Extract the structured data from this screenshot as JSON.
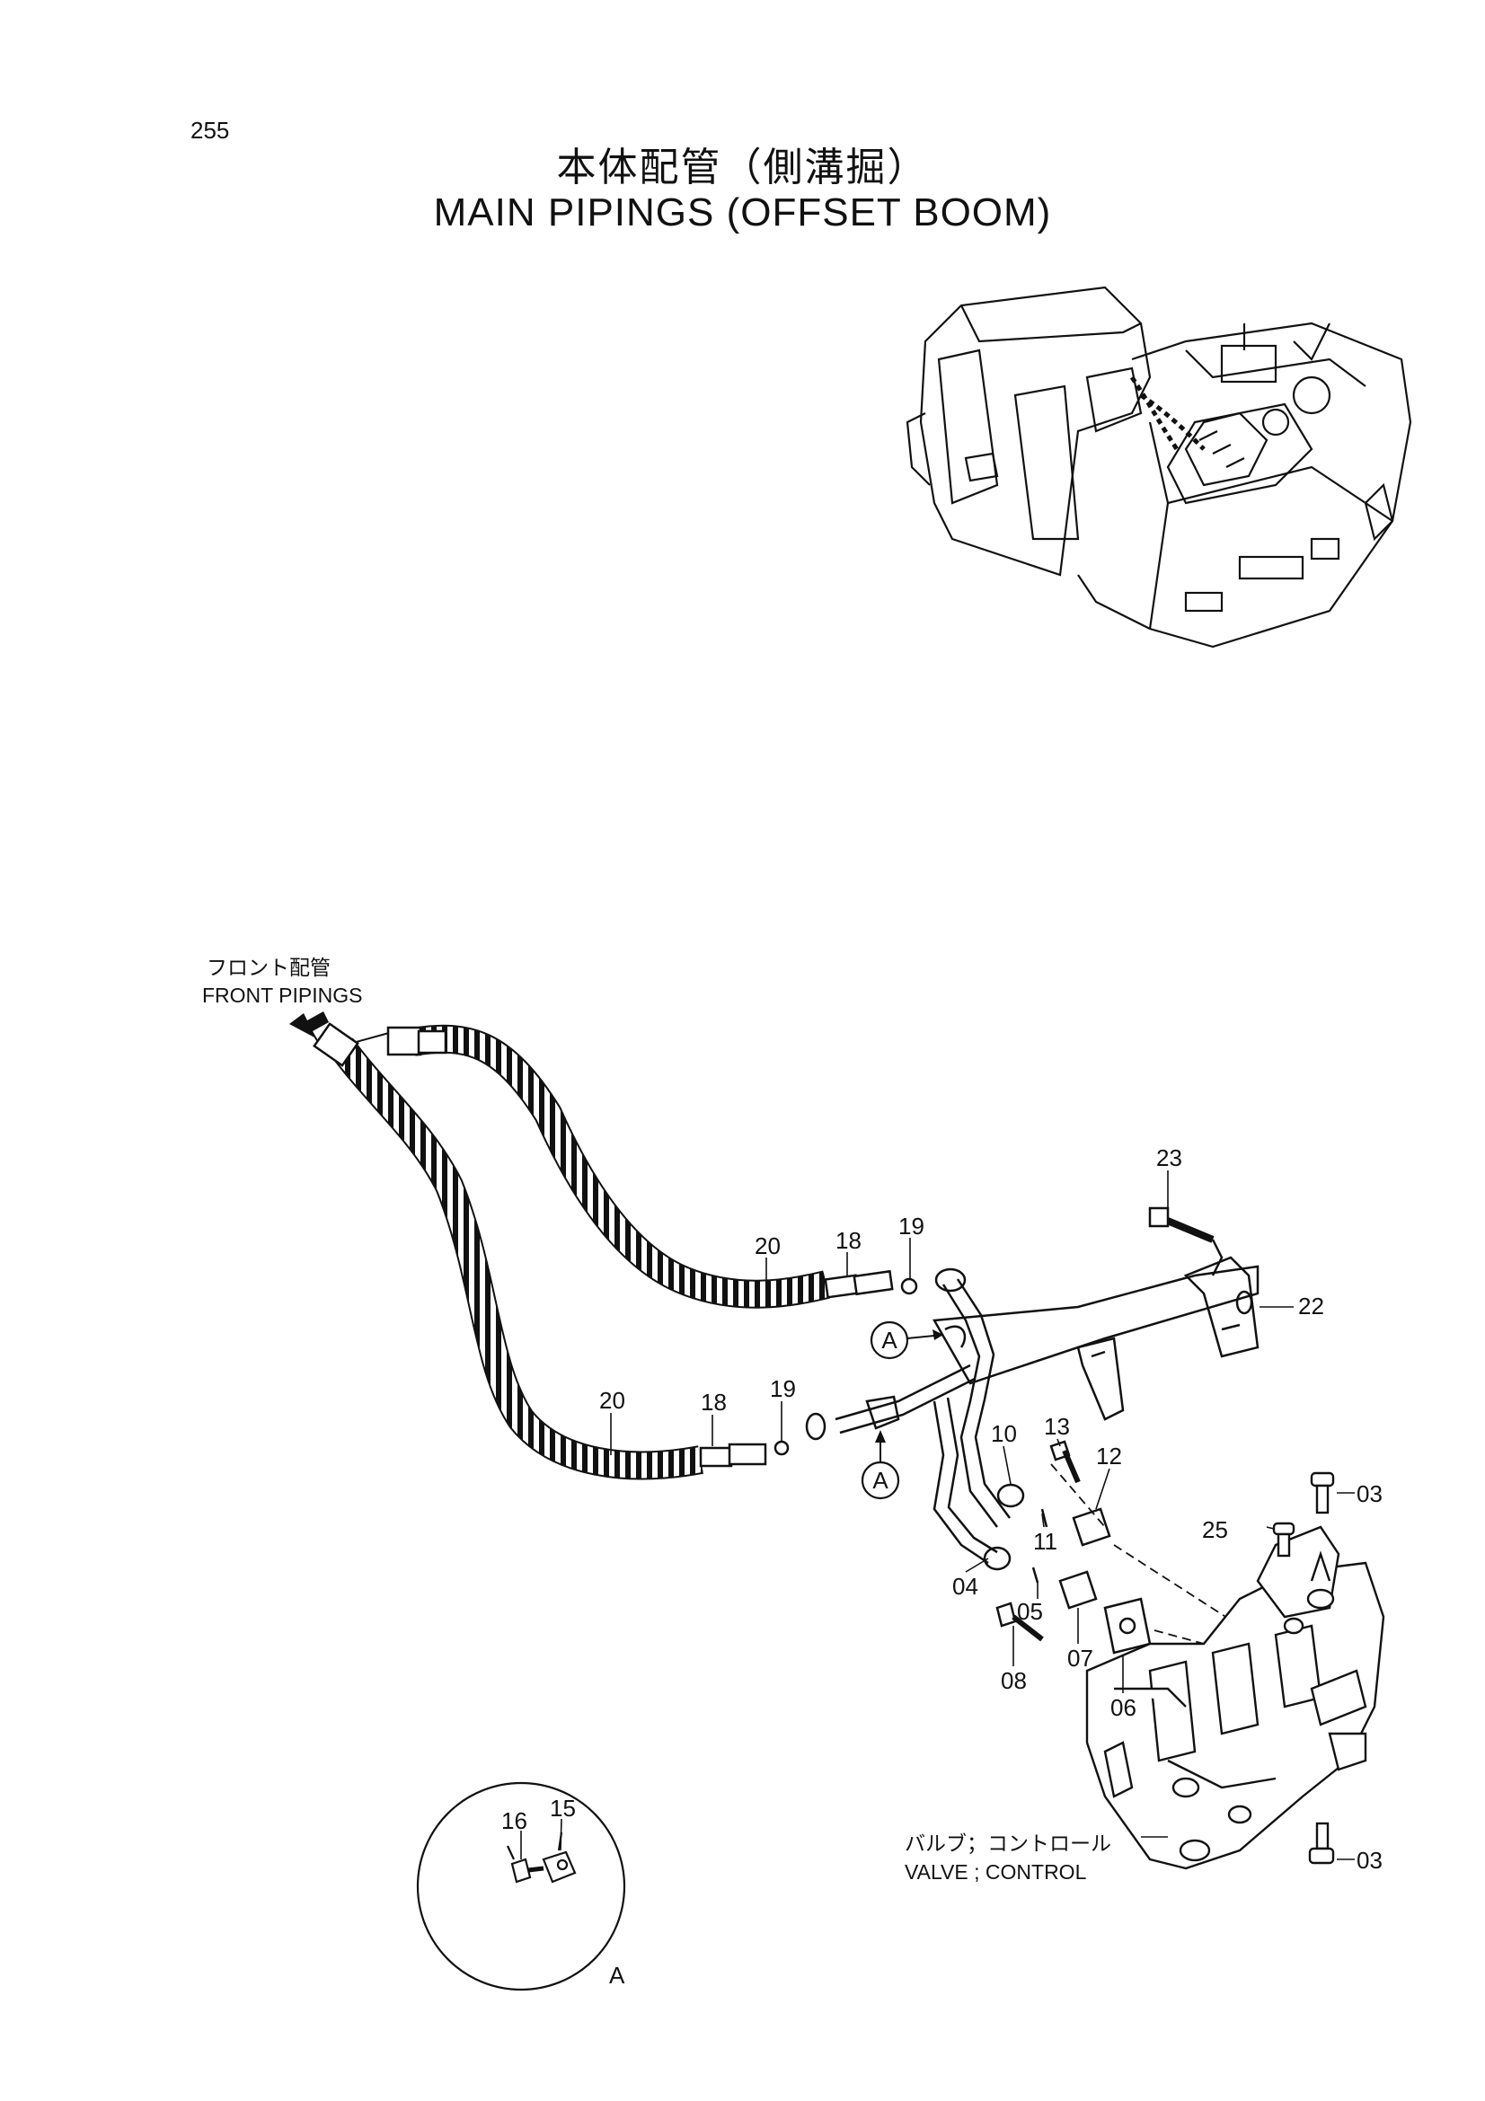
{
  "page_number": "255",
  "title_jp": "本体配管（側溝掘）",
  "title_en": "MAIN PIPINGS (OFFSET BOOM)",
  "front_pipings": {
    "jp": "フロント配管",
    "en": "FRONT PIPINGS"
  },
  "valve_control": {
    "jp": "バルブ；コントロール",
    "en": "VALVE ; CONTROL"
  },
  "part_numbers": {
    "p03_top": "03",
    "p03_bottom": "03",
    "p04": "04",
    "p05": "05",
    "p06": "06",
    "p07": "07",
    "p08": "08",
    "p10": "10",
    "p11": "11",
    "p12": "12",
    "p13": "13",
    "p15": "15",
    "p16": "16",
    "p18_upper": "18",
    "p18_lower": "18",
    "p19_upper": "19",
    "p19_lower": "19",
    "p20_upper": "20",
    "p20_lower": "20",
    "p22": "22",
    "p23": "23",
    "p25": "25"
  },
  "detail_marker": "A",
  "detail_circle_label": "A"
}
